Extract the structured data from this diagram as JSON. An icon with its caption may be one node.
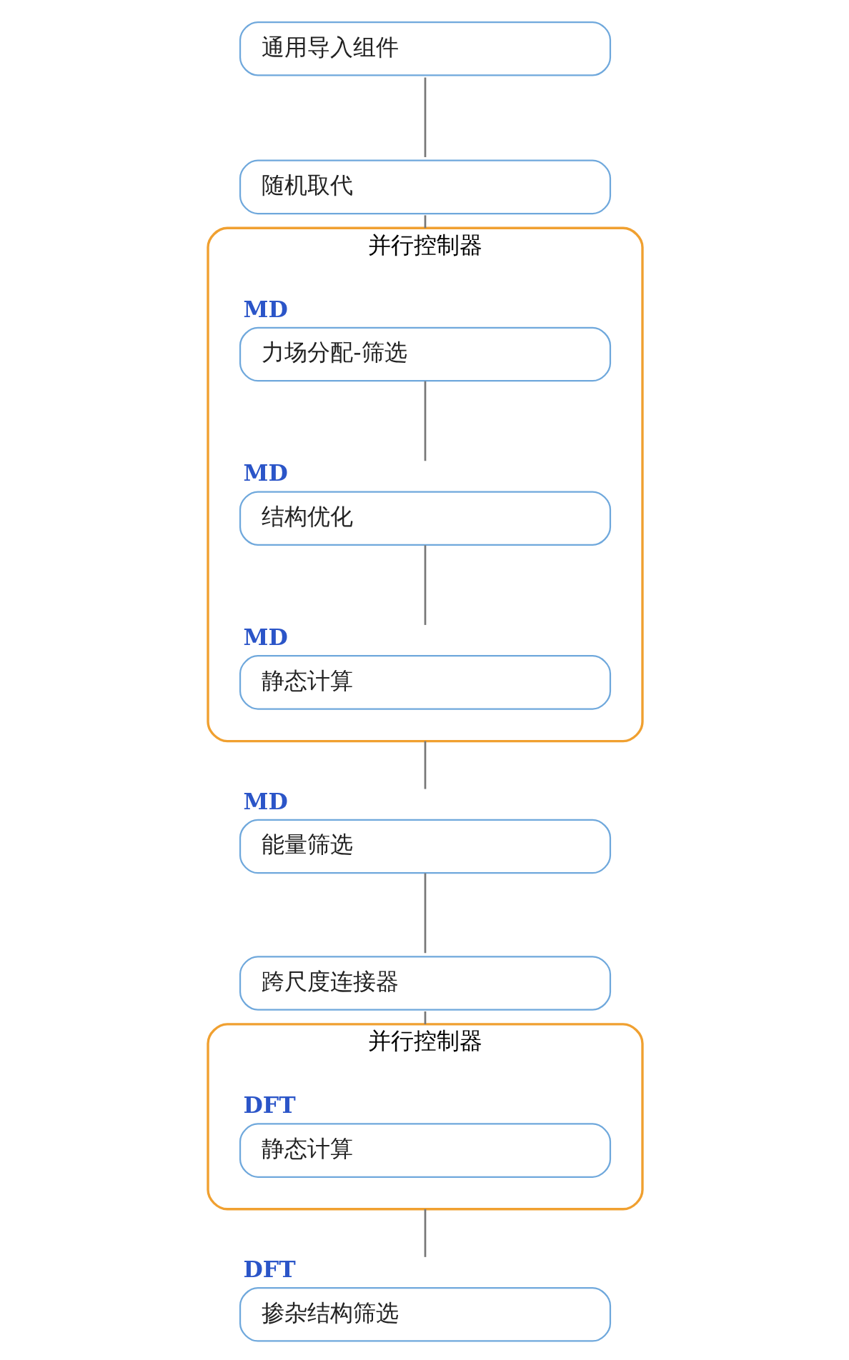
{
  "diagram": {
    "nodes": [
      {
        "text": [
          "通用导入组件"
        ]
      },
      {
        "text": [
          "随机取代"
        ]
      },
      {
        "text": [
          "并行控制器"
        ]
      },
      {
        "text": [
          "力场分配-筛选"
        ],
        "in": 2,
        "beside": [
          "MD"
        ]
      },
      {
        "text": [
          "结构优化"
        ],
        "in": 2,
        "beside": [
          "MD"
        ]
      },
      {
        "text": [
          "静态计算"
        ],
        "in": 2,
        "beside": [
          "MD"
        ]
      },
      {
        "text": [
          "能量筛选"
        ],
        "beside": [
          "MD"
        ]
      },
      {
        "text": [
          "跨尺度连接器"
        ]
      },
      {
        "text": [
          "并行控制器"
        ]
      },
      {
        "text": [
          "静态计算"
        ],
        "in": 8,
        "beside": [
          "DFT"
        ]
      },
      {
        "text": [
          "掺杂结构筛选"
        ],
        "beside": [
          "DFT"
        ]
      }
    ],
    "edges": [
      {
        "from": 0,
        "to": 1,
        "arrow": "none"
      },
      {
        "from": 1,
        "to": 2,
        "arrow": "none"
      },
      {
        "from": 3,
        "to": 4,
        "arrow": "none"
      },
      {
        "from": 4,
        "to": 5,
        "arrow": "none"
      },
      {
        "from": 2,
        "to": 6,
        "arrow": "none"
      },
      {
        "from": 6,
        "to": 7,
        "arrow": "none"
      },
      {
        "from": 7,
        "to": 8,
        "arrow": "none"
      },
      {
        "from": 8,
        "to": 10,
        "arrow": "none"
      }
    ]
  }
}
